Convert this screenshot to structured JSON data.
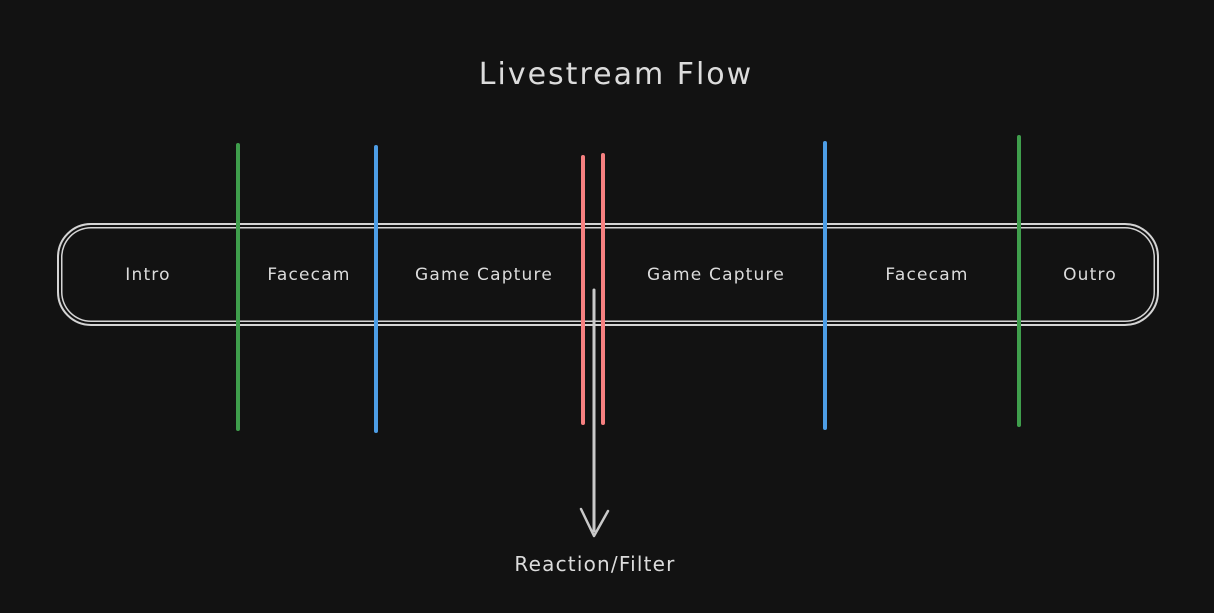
{
  "title": "Livestream Flow",
  "colors": {
    "background": "#121212",
    "stroke": "#d4d4d4",
    "text": "#dcdcdc",
    "green": "#3f9e4c",
    "blue": "#4d9de5",
    "red": "#f58080",
    "arrow": "#c9c9c9"
  },
  "timeline": {
    "segments": [
      {
        "label": "Intro"
      },
      {
        "label": "Facecam"
      },
      {
        "label": "Game Capture"
      },
      {
        "label": "Game Capture"
      },
      {
        "label": "Facecam"
      },
      {
        "label": "Outro"
      }
    ],
    "markers": [
      "green",
      "blue",
      "red",
      "red",
      "blue",
      "green"
    ]
  },
  "annotation": {
    "label": "Reaction/Filter"
  }
}
